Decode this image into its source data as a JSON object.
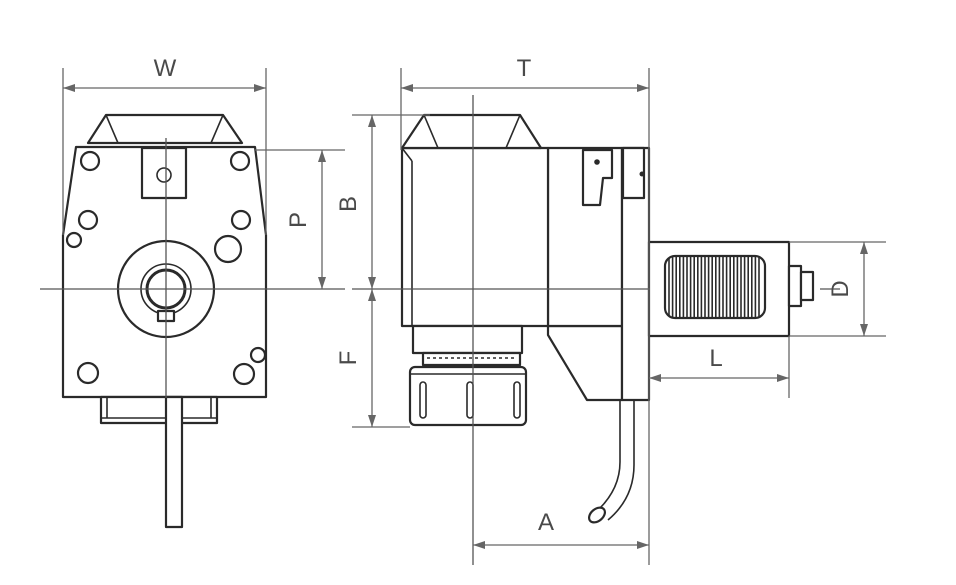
{
  "dimensions": {
    "width": "W",
    "total": "T",
    "height_upper": "P",
    "height_body": "B",
    "height_lower": "F",
    "shank_diameter": "D",
    "shank_length": "L",
    "offset": "A"
  },
  "colors": {
    "line": "#2a2a2a",
    "dimension": "#666666",
    "label": "#4a4a4a",
    "background": "#ffffff"
  }
}
